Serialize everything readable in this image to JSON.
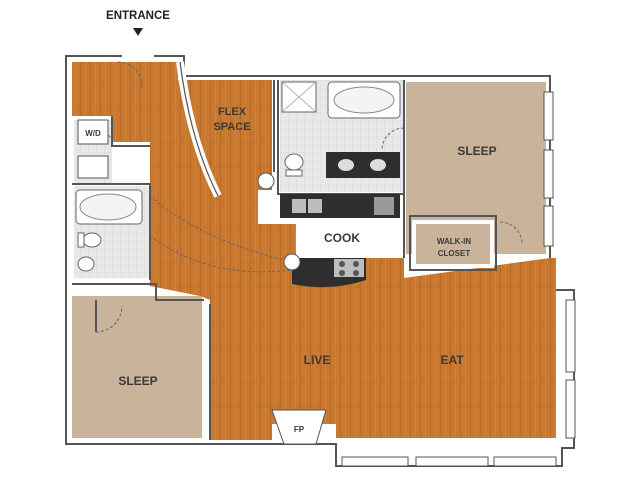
{
  "floorplan": {
    "entrance": "ENTRANCE",
    "rooms": {
      "flex": [
        "FLEX",
        "SPACE"
      ],
      "sleep_primary": "SLEEP",
      "sleep_secondary": "SLEEP",
      "cook": "COOK",
      "live": "LIVE",
      "eat": "EAT",
      "walk_in": [
        "WALK-IN",
        "CLOSET"
      ],
      "wd": "W/D",
      "fp": "FP"
    },
    "colors": {
      "wood": "#c8782f",
      "carpet": "#c9b39a",
      "tile": "#e6e6e6",
      "wall": "#ffffff",
      "outline": "#555555",
      "counter": "#2e2e2e"
    }
  }
}
